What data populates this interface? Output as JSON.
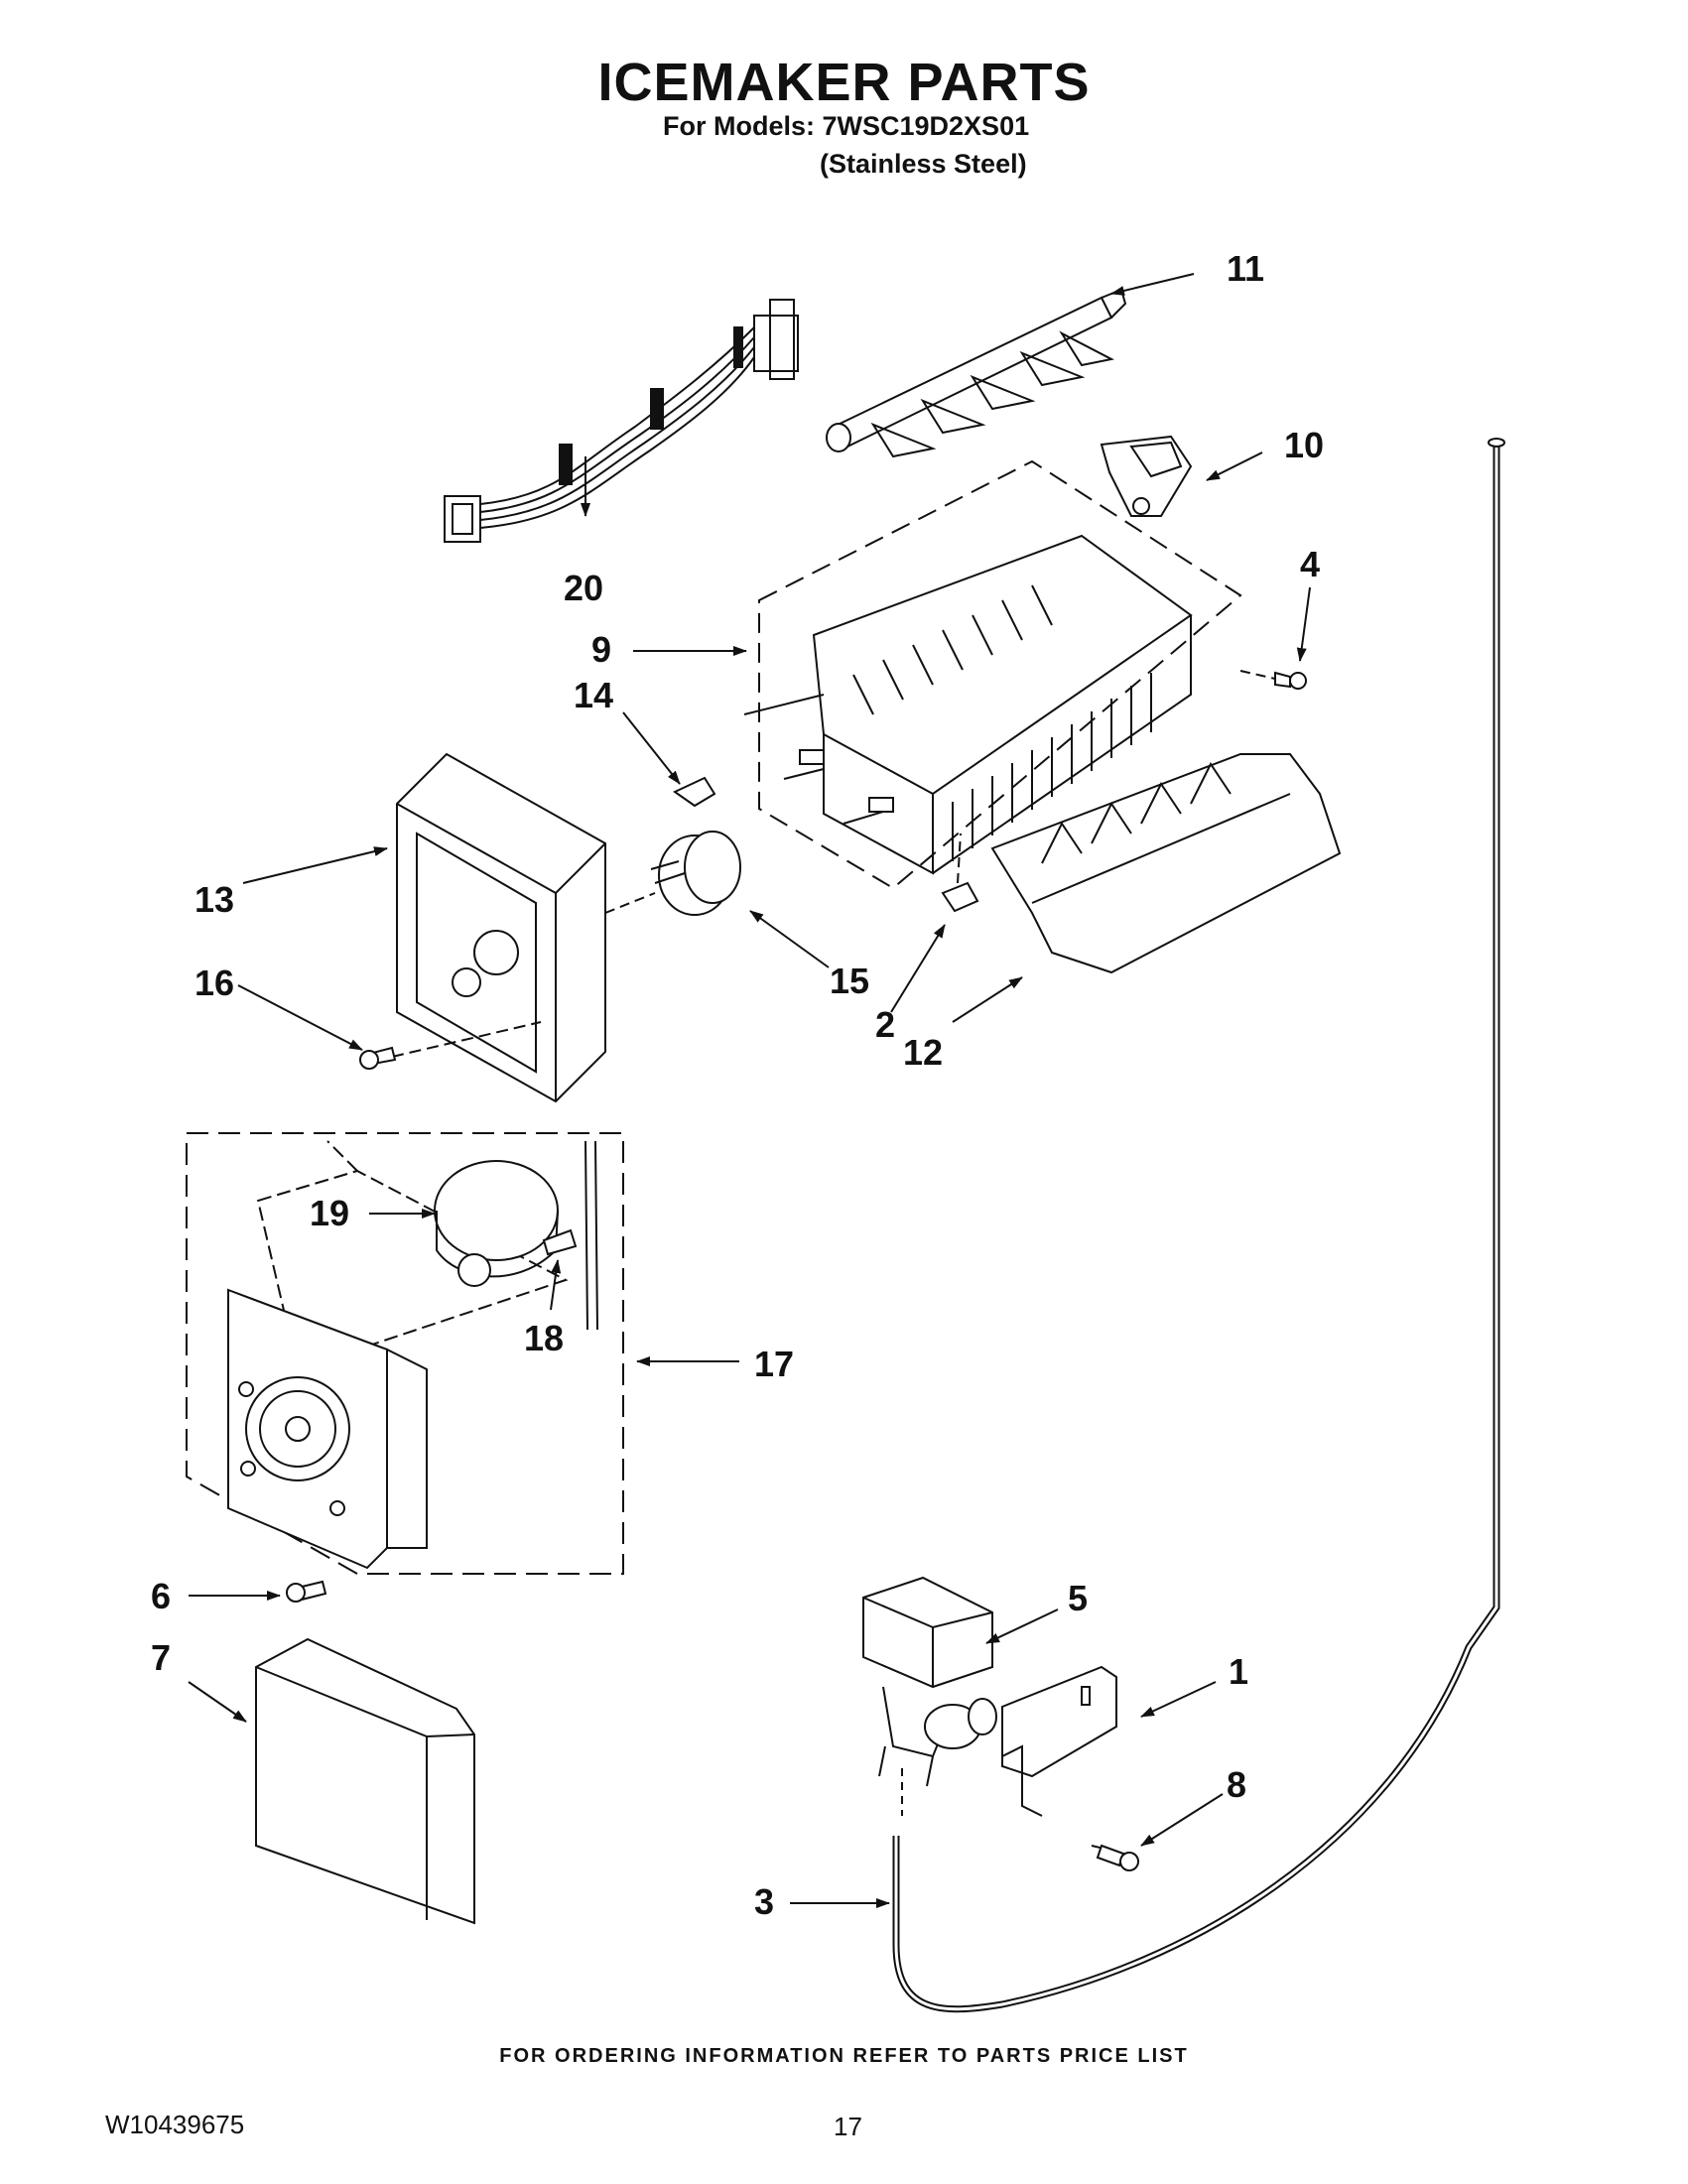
{
  "header": {
    "title": "ICEMAKER PARTS",
    "models_line": "For Models: 7WSC19D2XS01",
    "finish_line": "(Stainless Steel)"
  },
  "callouts": {
    "c1": "1",
    "c2": "2",
    "c3": "3",
    "c4": "4",
    "c5": "5",
    "c6": "6",
    "c7": "7",
    "c8": "8",
    "c9": "9",
    "c10": "10",
    "c11": "11",
    "c12": "12",
    "c13": "13",
    "c14": "14",
    "c15": "15",
    "c16": "16",
    "c17": "17",
    "c18": "18",
    "c19": "19",
    "c20": "20"
  },
  "footer": {
    "ordering_note": "FOR ORDERING INFORMATION REFER TO PARTS PRICE LIST",
    "document_number": "W10439675",
    "page_number": "17"
  }
}
